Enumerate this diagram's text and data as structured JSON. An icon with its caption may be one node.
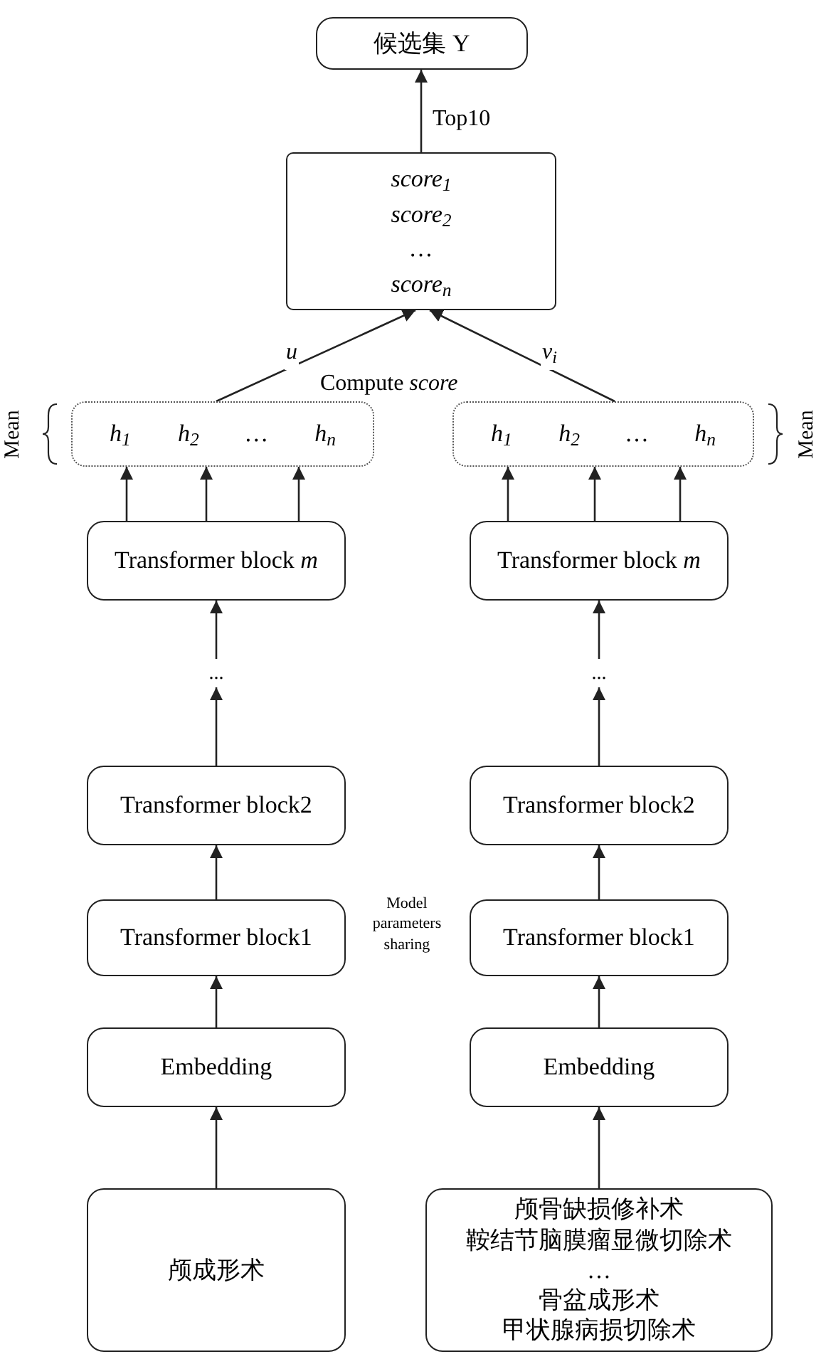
{
  "diagram": {
    "nodes": [
      {
        "text": [
          "候选集 Y"
        ]
      },
      {
        "text": [
          "score$_{1}$",
          "score$_{2}$",
          "…",
          "score$_{n}$"
        ]
      },
      {
        "text": [
          "h$_{1}$",
          "h$_{2}$",
          "…",
          "h$_{n}$"
        ]
      },
      {
        "text": [
          "h$_{1}$",
          "h$_{2}$",
          "…",
          "h$_{n}$"
        ]
      },
      {
        "text": [
          "Transformer block *m*"
        ]
      },
      {
        "text": [
          "..."
        ]
      },
      {
        "text": [
          "Transformer block2"
        ]
      },
      {
        "text": [
          "Transformer block1"
        ]
      },
      {
        "text": [
          "Embedding"
        ]
      },
      {
        "text": [
          "颅成形术"
        ]
      },
      {
        "text": [
          "Transformer block *m*"
        ]
      },
      {
        "text": [
          "..."
        ]
      },
      {
        "text": [
          "Transformer block2"
        ]
      },
      {
        "text": [
          "Transformer block1"
        ]
      },
      {
        "text": [
          "Embedding"
        ]
      },
      {
        "text": [
          "颅骨缺损修补术",
          "鞍结节脑膜瘤显微切除术",
          "…",
          "骨盆成形术",
          "甲状腺病损切除术"
        ]
      }
    ],
    "edges": [
      {
        "from": 1,
        "to": 0,
        "arrow": "to",
        "label": "Top10"
      },
      {
        "from": 2,
        "to": 1,
        "arrow": "to",
        "label": "u"
      },
      {
        "from": 3,
        "to": 1,
        "arrow": "to",
        "label": "v$_{i}$"
      },
      {
        "from": 4,
        "to": 2,
        "arrow": "to"
      },
      {
        "from": 4,
        "to": 2,
        "arrow": "to"
      },
      {
        "from": 4,
        "to": 2,
        "arrow": "to"
      },
      {
        "from": 5,
        "to": 4,
        "arrow": "to"
      },
      {
        "from": 6,
        "to": 5,
        "arrow": "to"
      },
      {
        "from": 7,
        "to": 6,
        "arrow": "to"
      },
      {
        "from": 8,
        "to": 7,
        "arrow": "to"
      },
      {
        "from": 9,
        "to": 8,
        "arrow": "to"
      },
      {
        "from": 10,
        "to": 3,
        "arrow": "to"
      },
      {
        "from": 10,
        "to": 3,
        "arrow": "to"
      },
      {
        "from": 10,
        "to": 3,
        "arrow": "to"
      },
      {
        "from": 11,
        "to": 10,
        "arrow": "to"
      },
      {
        "from": 12,
        "to": 11,
        "arrow": "to"
      },
      {
        "from": 13,
        "to": 12,
        "arrow": "to"
      },
      {
        "from": 14,
        "to": 13,
        "arrow": "to"
      },
      {
        "from": 15,
        "to": 14,
        "arrow": "to"
      }
    ],
    "labels": [
      "Compute *score*",
      "Mean",
      "Mean",
      "Model parameters sharing"
    ]
  }
}
